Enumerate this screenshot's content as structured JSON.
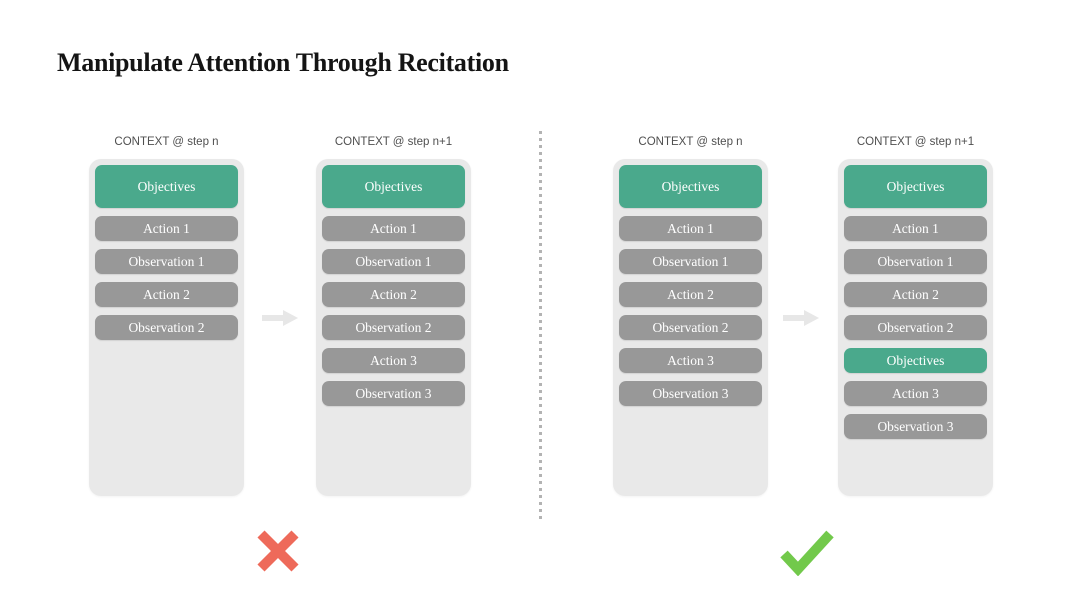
{
  "title": "Manipulate Attention Through Recitation",
  "colors": {
    "objective-green": "#4AA98C",
    "step-gray": "#989898",
    "stack-bg": "#E9E9E9",
    "header-text": "#4F4F4F",
    "pill-text": "#FFFFFF",
    "arrow-gray": "#E7E7E7",
    "divider-gray": "#B3B3B3",
    "cross-red": "#EE6A5A",
    "check-green": "#72C94B"
  },
  "diagram": {
    "columns": [
      {
        "header": "CONTEXT @ step n",
        "pills": [
          {
            "label": "Objectives",
            "variant": "objective",
            "size": "tall"
          },
          {
            "label": "Action 1",
            "variant": "step",
            "size": "normal"
          },
          {
            "label": "Observation 1",
            "variant": "step",
            "size": "normal"
          },
          {
            "label": "Action 2",
            "variant": "step",
            "size": "normal"
          },
          {
            "label": "Observation 2",
            "variant": "step",
            "size": "normal"
          }
        ]
      },
      {
        "header": "CONTEXT @ step n+1",
        "pills": [
          {
            "label": "Objectives",
            "variant": "objective",
            "size": "tall"
          },
          {
            "label": "Action 1",
            "variant": "step",
            "size": "normal"
          },
          {
            "label": "Observation 1",
            "variant": "step",
            "size": "normal"
          },
          {
            "label": "Action 2",
            "variant": "step",
            "size": "normal"
          },
          {
            "label": "Observation 2",
            "variant": "step",
            "size": "normal"
          },
          {
            "label": "Action 3",
            "variant": "step",
            "size": "normal"
          },
          {
            "label": "Observation 3",
            "variant": "step",
            "size": "normal"
          }
        ]
      },
      {
        "header": "CONTEXT @ step n",
        "pills": [
          {
            "label": "Objectives",
            "variant": "objective",
            "size": "tall"
          },
          {
            "label": "Action 1",
            "variant": "step",
            "size": "normal"
          },
          {
            "label": "Observation 1",
            "variant": "step",
            "size": "normal"
          },
          {
            "label": "Action 2",
            "variant": "step",
            "size": "normal"
          },
          {
            "label": "Observation 2",
            "variant": "step",
            "size": "normal"
          },
          {
            "label": "Action 3",
            "variant": "step",
            "size": "normal"
          },
          {
            "label": "Observation 3",
            "variant": "step",
            "size": "normal"
          }
        ]
      },
      {
        "header": "CONTEXT @ step n+1",
        "pills": [
          {
            "label": "Objectives",
            "variant": "objective",
            "size": "tall"
          },
          {
            "label": "Action 1",
            "variant": "step",
            "size": "normal"
          },
          {
            "label": "Observation 1",
            "variant": "step",
            "size": "normal"
          },
          {
            "label": "Action 2",
            "variant": "step",
            "size": "normal"
          },
          {
            "label": "Observation 2",
            "variant": "step",
            "size": "normal"
          },
          {
            "label": "Objectives",
            "variant": "objective",
            "size": "normal"
          },
          {
            "label": "Action 3",
            "variant": "step",
            "size": "normal"
          },
          {
            "label": "Observation 3",
            "variant": "step",
            "size": "normal"
          }
        ]
      }
    ],
    "verdicts": [
      {
        "panel": "left",
        "icon": "cross",
        "color": "#EE6A5A"
      },
      {
        "panel": "right",
        "icon": "check",
        "color": "#72C94B"
      }
    ]
  }
}
